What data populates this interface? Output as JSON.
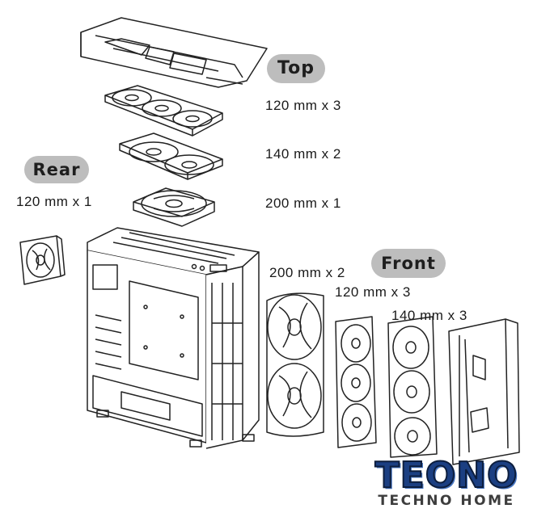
{
  "labels": {
    "top": "Top",
    "rear": "Rear",
    "front": "Front"
  },
  "specs": {
    "top_120": "120 mm x 3",
    "top_140": "140 mm x 2",
    "top_200": "200 mm x 1",
    "rear_120": "120 mm x 1",
    "front_200": "200 mm x 2",
    "front_120": "120 mm x 3",
    "front_140": "140 mm x 3"
  },
  "logo": {
    "brand": "TEONO",
    "tagline": "TECHNO HOME"
  },
  "colors": {
    "label_pill": "#bdbdbd",
    "line_art": "#222222",
    "logo_blue": "#1b3f82",
    "logo_gray": "#3d3d3d"
  }
}
